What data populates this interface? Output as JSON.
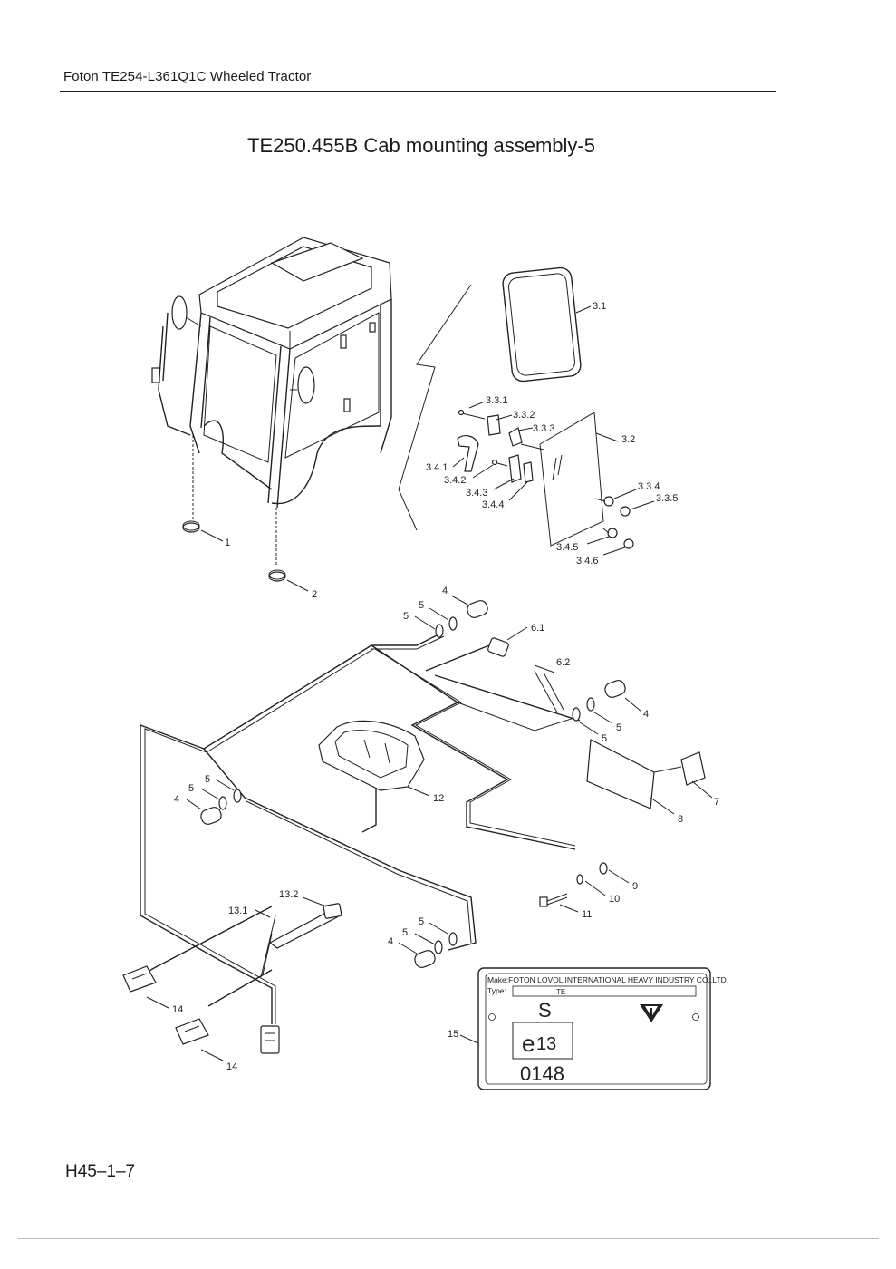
{
  "header": {
    "title": "Foton TE254-L361Q1C Wheeled Tractor"
  },
  "diagram": {
    "title": "TE250.455B  Cab mounting assembly-5"
  },
  "callouts": {
    "c1": "1",
    "c2": "2",
    "c3_1": "3.1",
    "c3_2": "3.2",
    "c3_3_1": "3.3.1",
    "c3_3_2": "3.3.2",
    "c3_3_3": "3.3.3",
    "c3_3_4": "3.3.4",
    "c3_3_5": "3.3.5",
    "c3_4_1": "3.4.1",
    "c3_4_2": "3.4.2",
    "c3_4_3": "3.4.3",
    "c3_4_4": "3.4.4",
    "c3_4_5": "3.4.5",
    "c3_4_6": "3.4.6",
    "c4": "4",
    "c5": "5",
    "c6_1": "6.1",
    "c6_2": "6.2",
    "c7": "7",
    "c8": "8",
    "c9": "9",
    "c10": "10",
    "c11": "11",
    "c12": "12",
    "c13_1": "13.1",
    "c13_2": "13.2",
    "c14": "14",
    "c15": "15"
  },
  "nameplate": {
    "make": "Make:FOTON LOVOL INTERNATIONAL HEAVY INDUSTRY CO.,LTD.",
    "type_label": "Type:",
    "type_value": "TE",
    "s_mark": "S",
    "e_mark": "e",
    "e_number": "13",
    "approval": "0148"
  },
  "footer": {
    "code": "H45–1–7"
  }
}
